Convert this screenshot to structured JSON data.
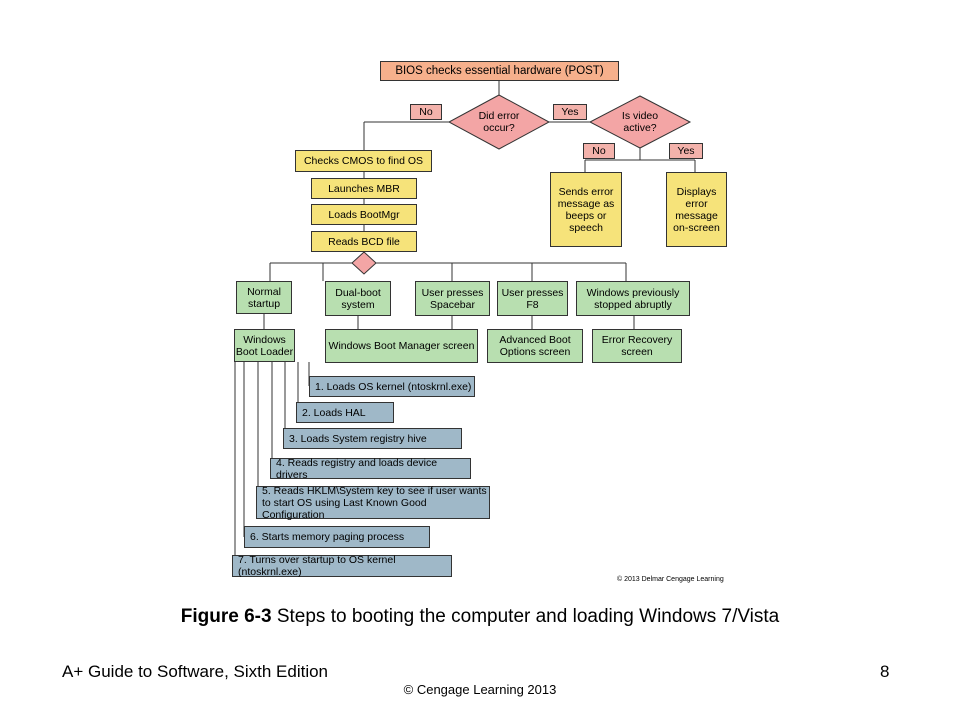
{
  "diagram": {
    "bios": "BIOS checks essential hardware (POST)",
    "did_error": "Did error occur?",
    "no_label": "No",
    "yes_label": "Yes",
    "video_active": "Is video active?",
    "video_no": "No",
    "video_yes": "Yes",
    "sends_error": "Sends error message as beeps or speech",
    "displays_error": "Displays error message on-screen",
    "checks_cmos": "Checks CMOS to find OS",
    "launches_mbr": "Launches MBR",
    "loads_bootmgr": "Loads BootMgr",
    "reads_bcd": "Reads BCD file",
    "normal_startup": "Normal startup",
    "dual_boot": "Dual-boot system",
    "spacebar": "User presses Spacebar",
    "f8": "User presses F8",
    "stopped_abruptly": "Windows previously stopped abruptly",
    "boot_loader": "Windows Boot Loader",
    "boot_manager": "Windows Boot Manager screen",
    "advanced_boot": "Advanced Boot Options screen",
    "error_recovery": "Error Recovery screen",
    "steps": [
      "1. Loads OS kernel (ntoskrnl.exe)",
      "2. Loads HAL",
      "3. Loads System registry hive",
      "4. Reads registry and loads device drivers",
      "5. Reads HKLM\\System key to see if user wants to start OS using Last Known Good Configuration",
      "6. Starts memory paging process",
      "7. Turns over startup to OS kernel (ntoskrnl.exe)"
    ],
    "credit": "© 2013 Delmar Cengage Learning"
  },
  "caption": {
    "figure": "Figure 6-3",
    "text": " Steps to booting the computer and loading Windows 7/Vista"
  },
  "footer": {
    "left": "A+ Guide to Software, Sixth Edition",
    "page": "8",
    "center": "© Cengage Learning  2013"
  },
  "colors": {
    "orange": "#f6b08c",
    "yellow": "#f6e37a",
    "green": "#b8dfb0",
    "blue": "#9fb8c8",
    "decision": "#f3a5a5"
  }
}
